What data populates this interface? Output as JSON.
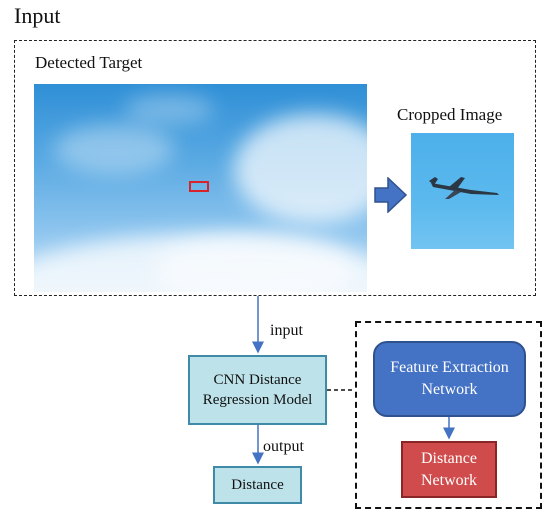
{
  "title": "Input",
  "detected_target": {
    "label": "Detected Target"
  },
  "cropped_image": {
    "label": "Cropped Image"
  },
  "arrows": {
    "input_label": "input",
    "output_label": "output"
  },
  "nodes": {
    "cnn_model": {
      "label": "CNN Distance Regression Model"
    },
    "distance": {
      "label": "Distance"
    },
    "feature_extraction": {
      "label": "Feature Extraction Network"
    },
    "distance_network": {
      "label": "Distance Network"
    }
  },
  "colors": {
    "target_box": "#d8232a",
    "cnn_fill": "#bde2ea",
    "feature_fill": "#4472c4",
    "distance_net_fill": "#d04b4b",
    "arrow": "#4472c4"
  }
}
